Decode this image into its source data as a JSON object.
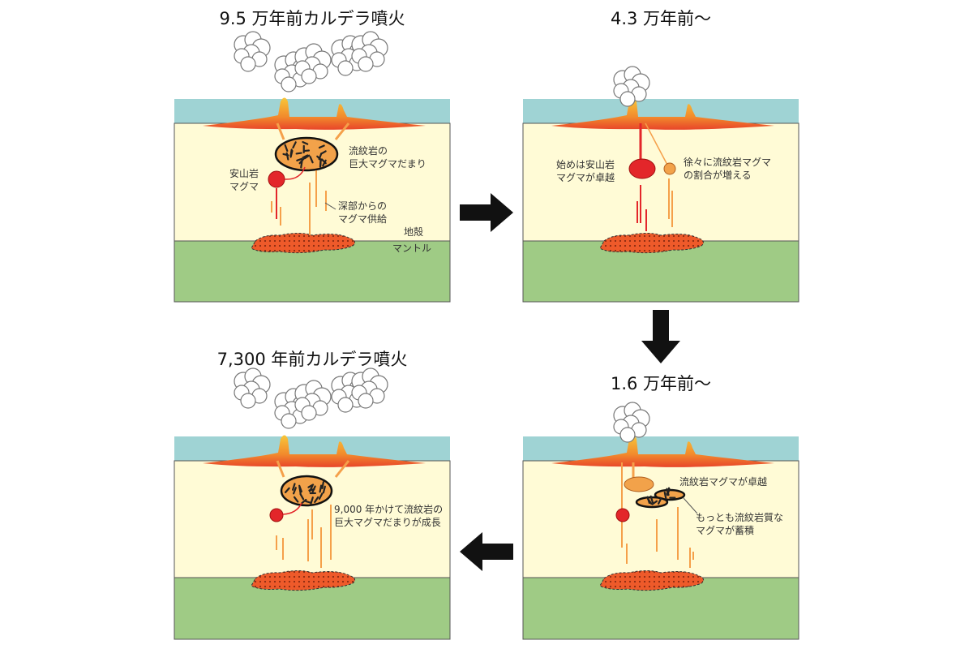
{
  "colors": {
    "sea": "#9fd3d4",
    "crust": "#fffbd6",
    "mantle": "#9fcb85",
    "lava": "#f07a2a",
    "andesite": "#e3262a",
    "rhyolite": "#f2a24a",
    "arrow": "#111111"
  },
  "panels": [
    {
      "title": "9.5 万年前カルデラ噴火",
      "labels": {
        "chamber_1": "流紋岩の",
        "chamber_2": "巨大マグマだまり",
        "andesite_1": "安山岩",
        "andesite_2": "マグマ",
        "supply_1": "深部からの",
        "supply_2": "マグマ供給",
        "crust": "地殻",
        "mantle": "マントル"
      }
    },
    {
      "title": "4.3 万年前～",
      "labels": {
        "left_1": "始めは安山岩",
        "left_2": "マグマが卓越",
        "right_1": "徐々に流紋岩マグマ",
        "right_2": "の割合が増える"
      }
    },
    {
      "title": "1.6 万年前～",
      "labels": {
        "top": "流紋岩マグマが卓越",
        "note_1": "もっとも流紋岩質な",
        "note_2": "マグマが蓄積"
      }
    },
    {
      "title": "7,300 年前カルデラ噴火",
      "labels": {
        "note_1": "9,000 年かけて流紋岩の",
        "note_2": "巨大マグマだまりが成長"
      }
    }
  ]
}
